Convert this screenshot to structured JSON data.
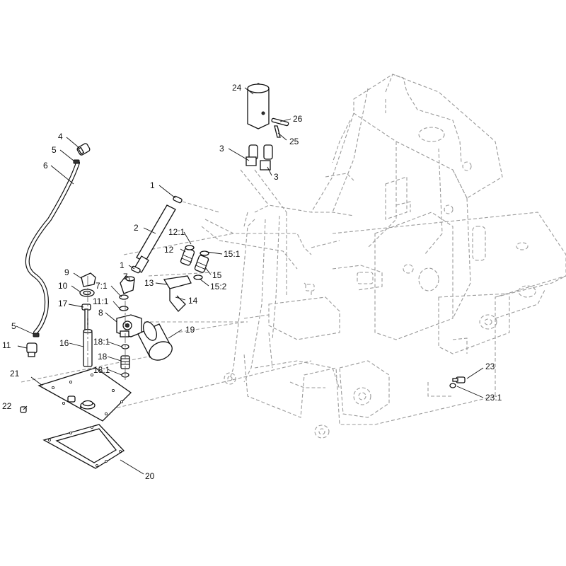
{
  "callouts": {
    "c1a": "1",
    "c1b": "1",
    "c2": "2",
    "c3a": "3",
    "c3b": "3",
    "c4": "4",
    "c5a": "5",
    "c5b": "5",
    "c6": "6",
    "c7": "7",
    "c7_1": "7:1",
    "c8": "8",
    "c9": "9",
    "c10": "10",
    "c11": "11",
    "c11_1": "11:1",
    "c12": "12",
    "c12_1": "12:1",
    "c13": "13",
    "c14": "14",
    "c15": "15",
    "c15_1": "15:1",
    "c15_2": "15:2",
    "c16": "16",
    "c17": "17",
    "c18": "18",
    "c18_1a": "18:1",
    "c18_1b": "18:1",
    "c19": "19",
    "c20": "20",
    "c21": "21",
    "c22": "22",
    "c23": "23",
    "c23_1": "23:1",
    "c24": "24",
    "c25": "25",
    "c26": "26"
  }
}
